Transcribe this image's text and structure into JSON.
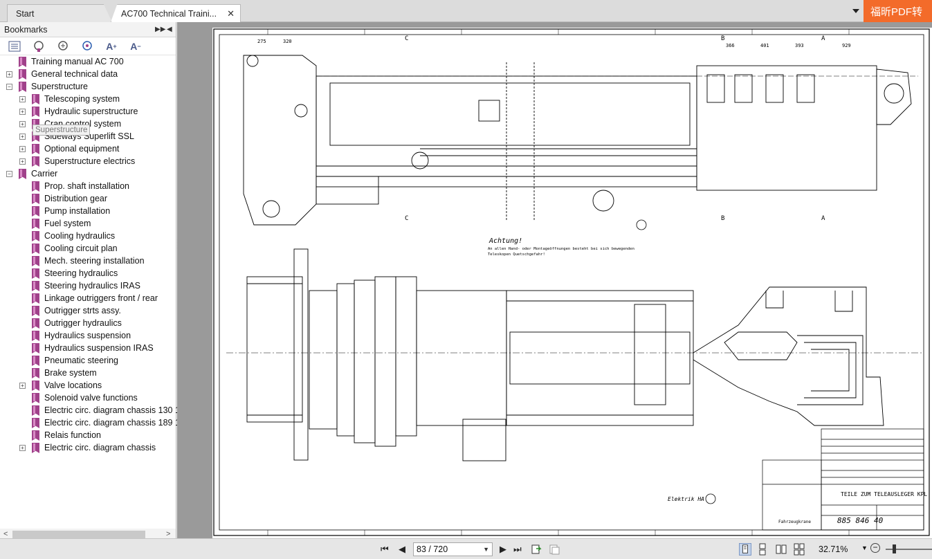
{
  "tabs": [
    {
      "label": "Start"
    },
    {
      "label": "AC700 Technical Traini..."
    }
  ],
  "brand_label": "福昕PDF转",
  "sidebar": {
    "title": "Bookmarks",
    "tooltip": "Superstructure",
    "items": [
      {
        "label": "Training manual AC 700",
        "level": 0,
        "expander": "none"
      },
      {
        "label": "General technical data",
        "level": 0,
        "expander": "plus"
      },
      {
        "label": "Superstructure",
        "level": 0,
        "expander": "minus"
      },
      {
        "label": "Telescoping system",
        "level": 1,
        "expander": "plus"
      },
      {
        "label": "Hydraulic superstructure",
        "level": 1,
        "expander": "plus"
      },
      {
        "label": "Cran control system",
        "level": 1,
        "expander": "plus"
      },
      {
        "label": "Sideways Superlift SSL",
        "level": 1,
        "expander": "plus"
      },
      {
        "label": "Optional equipment",
        "level": 1,
        "expander": "plus"
      },
      {
        "label": "Superstructure electrics",
        "level": 1,
        "expander": "plus"
      },
      {
        "label": "Carrier",
        "level": 0,
        "expander": "minus"
      },
      {
        "label": "Prop. shaft installation",
        "level": 1,
        "expander": "none"
      },
      {
        "label": "Distribution gear",
        "level": 1,
        "expander": "none"
      },
      {
        "label": "Pump installation",
        "level": 1,
        "expander": "none"
      },
      {
        "label": "Fuel system",
        "level": 1,
        "expander": "none"
      },
      {
        "label": "Cooling hydraulics",
        "level": 1,
        "expander": "none"
      },
      {
        "label": "Cooling circuit plan",
        "level": 1,
        "expander": "none"
      },
      {
        "label": "Mech. steering installation",
        "level": 1,
        "expander": "none"
      },
      {
        "label": "Steering hydraulics",
        "level": 1,
        "expander": "none"
      },
      {
        "label": "Steering hydraulics IRAS",
        "level": 1,
        "expander": "none"
      },
      {
        "label": "Linkage outriggers front / rear",
        "level": 1,
        "expander": "none"
      },
      {
        "label": "Outrigger strts assy.",
        "level": 1,
        "expander": "none"
      },
      {
        "label": "Outrigger hydraulics",
        "level": 1,
        "expander": "none"
      },
      {
        "label": "Hydraulics suspension",
        "level": 1,
        "expander": "none"
      },
      {
        "label": "Hydraulics suspension IRAS",
        "level": 1,
        "expander": "none"
      },
      {
        "label": "Pneumatic steering",
        "level": 1,
        "expander": "none"
      },
      {
        "label": "Brake system",
        "level": 1,
        "expander": "none"
      },
      {
        "label": "Valve locations",
        "level": 1,
        "expander": "plus"
      },
      {
        "label": "Solenoid valve functions",
        "level": 1,
        "expander": "none"
      },
      {
        "label": "Electric circ. diagram chassis 130 1",
        "level": 1,
        "expander": "none"
      },
      {
        "label": "Electric circ. diagram chassis 189 1",
        "level": 1,
        "expander": "none"
      },
      {
        "label": "Relais function",
        "level": 1,
        "expander": "none"
      },
      {
        "label": "Electric circ. diagram chassis",
        "level": 1,
        "expander": "plus"
      }
    ]
  },
  "drawing": {
    "warning_title": "Achtung!",
    "warning_line1": "An allen Hand- oder Montageöffnungen besteht bei sich bewegenden",
    "warning_line2": "Teleskopen Quetschgefahr!",
    "part_title": "TEILE ZUM TELEAUSLEGER KPL",
    "part_number": "885 846 40",
    "company": "Fahrzeugkrane",
    "elektrik": "Elektrik HA",
    "dims_top": [
      "275",
      "320",
      "366",
      "401",
      "393",
      "929"
    ],
    "section_labels": [
      "C",
      "B",
      "A"
    ]
  },
  "footer": {
    "page_indicator": "83 / 720",
    "zoom": "32.71%"
  }
}
